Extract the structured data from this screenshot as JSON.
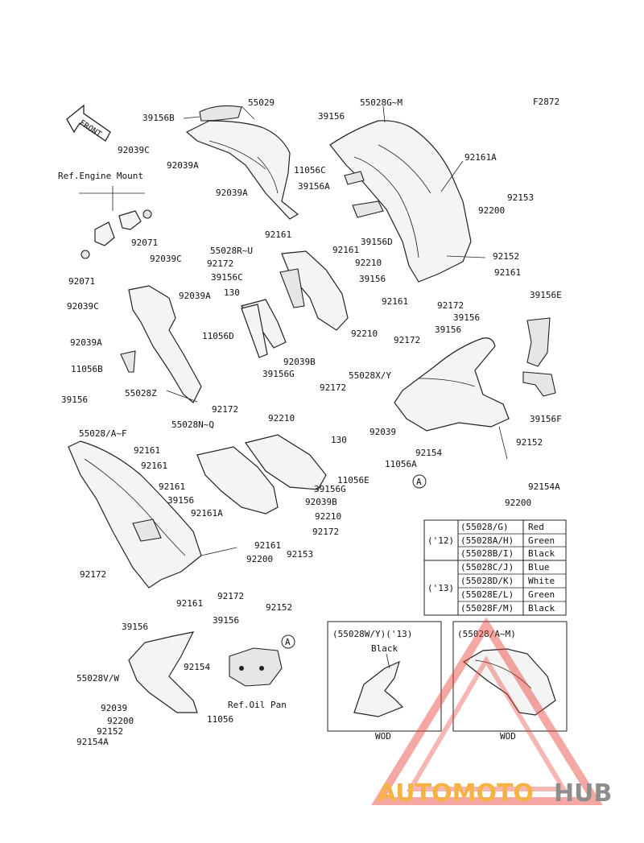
{
  "figure_code": "F2872",
  "front_arrow": "FRONT",
  "ref_labels": {
    "engine_mount": "Ref.Engine Mount",
    "oil_pan": "Ref.Oil Pan"
  },
  "callout_a": "A",
  "part_labels": [
    "55029",
    "39156B",
    "92039C",
    "92039A",
    "92039A",
    "39156",
    "55028G~M",
    "11056C",
    "39156A",
    "92161A",
    "92153",
    "92200",
    "92152",
    "39156D",
    "92161",
    "55028R~U",
    "92161",
    "92172",
    "92210",
    "39156C",
    "39156",
    "92161",
    "92172",
    "130",
    "92161",
    "39156E",
    "11056D",
    "92039B",
    "92210",
    "39156",
    "39156",
    "39156G",
    "92172",
    "92172",
    "55028X/Y",
    "92071",
    "92071",
    "92039C",
    "92039C",
    "92039A",
    "92039A",
    "11056B",
    "55028Z",
    "39156",
    "55028/A~F",
    "92172",
    "92210",
    "55028N~Q",
    "92161",
    "92161",
    "92161",
    "39156",
    "92161A",
    "130",
    "11056E",
    "39156G",
    "92039B",
    "92210",
    "92172",
    "92161",
    "92200",
    "92153",
    "92152",
    "92172",
    "92161",
    "92172",
    "39156",
    "39156",
    "92039",
    "92154",
    "11056A",
    "92152",
    "92154A",
    "92200",
    "39156F",
    "55028V/W",
    "92154",
    "92039",
    "92200",
    "92152",
    "92154A",
    "11056"
  ],
  "color_table": {
    "groups": [
      {
        "year": "('12)",
        "rows": [
          {
            "code": "(55028/G)",
            "color": "Red"
          },
          {
            "code": "(55028A/H)",
            "color": "Green"
          },
          {
            "code": "(55028B/I)",
            "color": "Black"
          }
        ]
      },
      {
        "year": "('13)",
        "rows": [
          {
            "code": "(55028C/J)",
            "color": "Blue"
          },
          {
            "code": "(55028D/K)",
            "color": "White"
          },
          {
            "code": "(55028E/L)",
            "color": "Green"
          },
          {
            "code": "(55028F/M)",
            "color": "Black"
          }
        ]
      }
    ]
  },
  "variant_boxes": [
    {
      "title": "(55028W/Y)('13)",
      "subtitle": "Black",
      "footer": "WOD"
    },
    {
      "title": "(55028/A~M)",
      "subtitle": "",
      "footer": "WOD"
    }
  ],
  "watermark": {
    "part1": "AUTOMOTO",
    "part2": "HUB"
  },
  "colors": {
    "line": "#222222",
    "watermark_orange": "#f5a623",
    "watermark_red": "#e8423a",
    "watermark_gray": "#7a7a7a"
  }
}
